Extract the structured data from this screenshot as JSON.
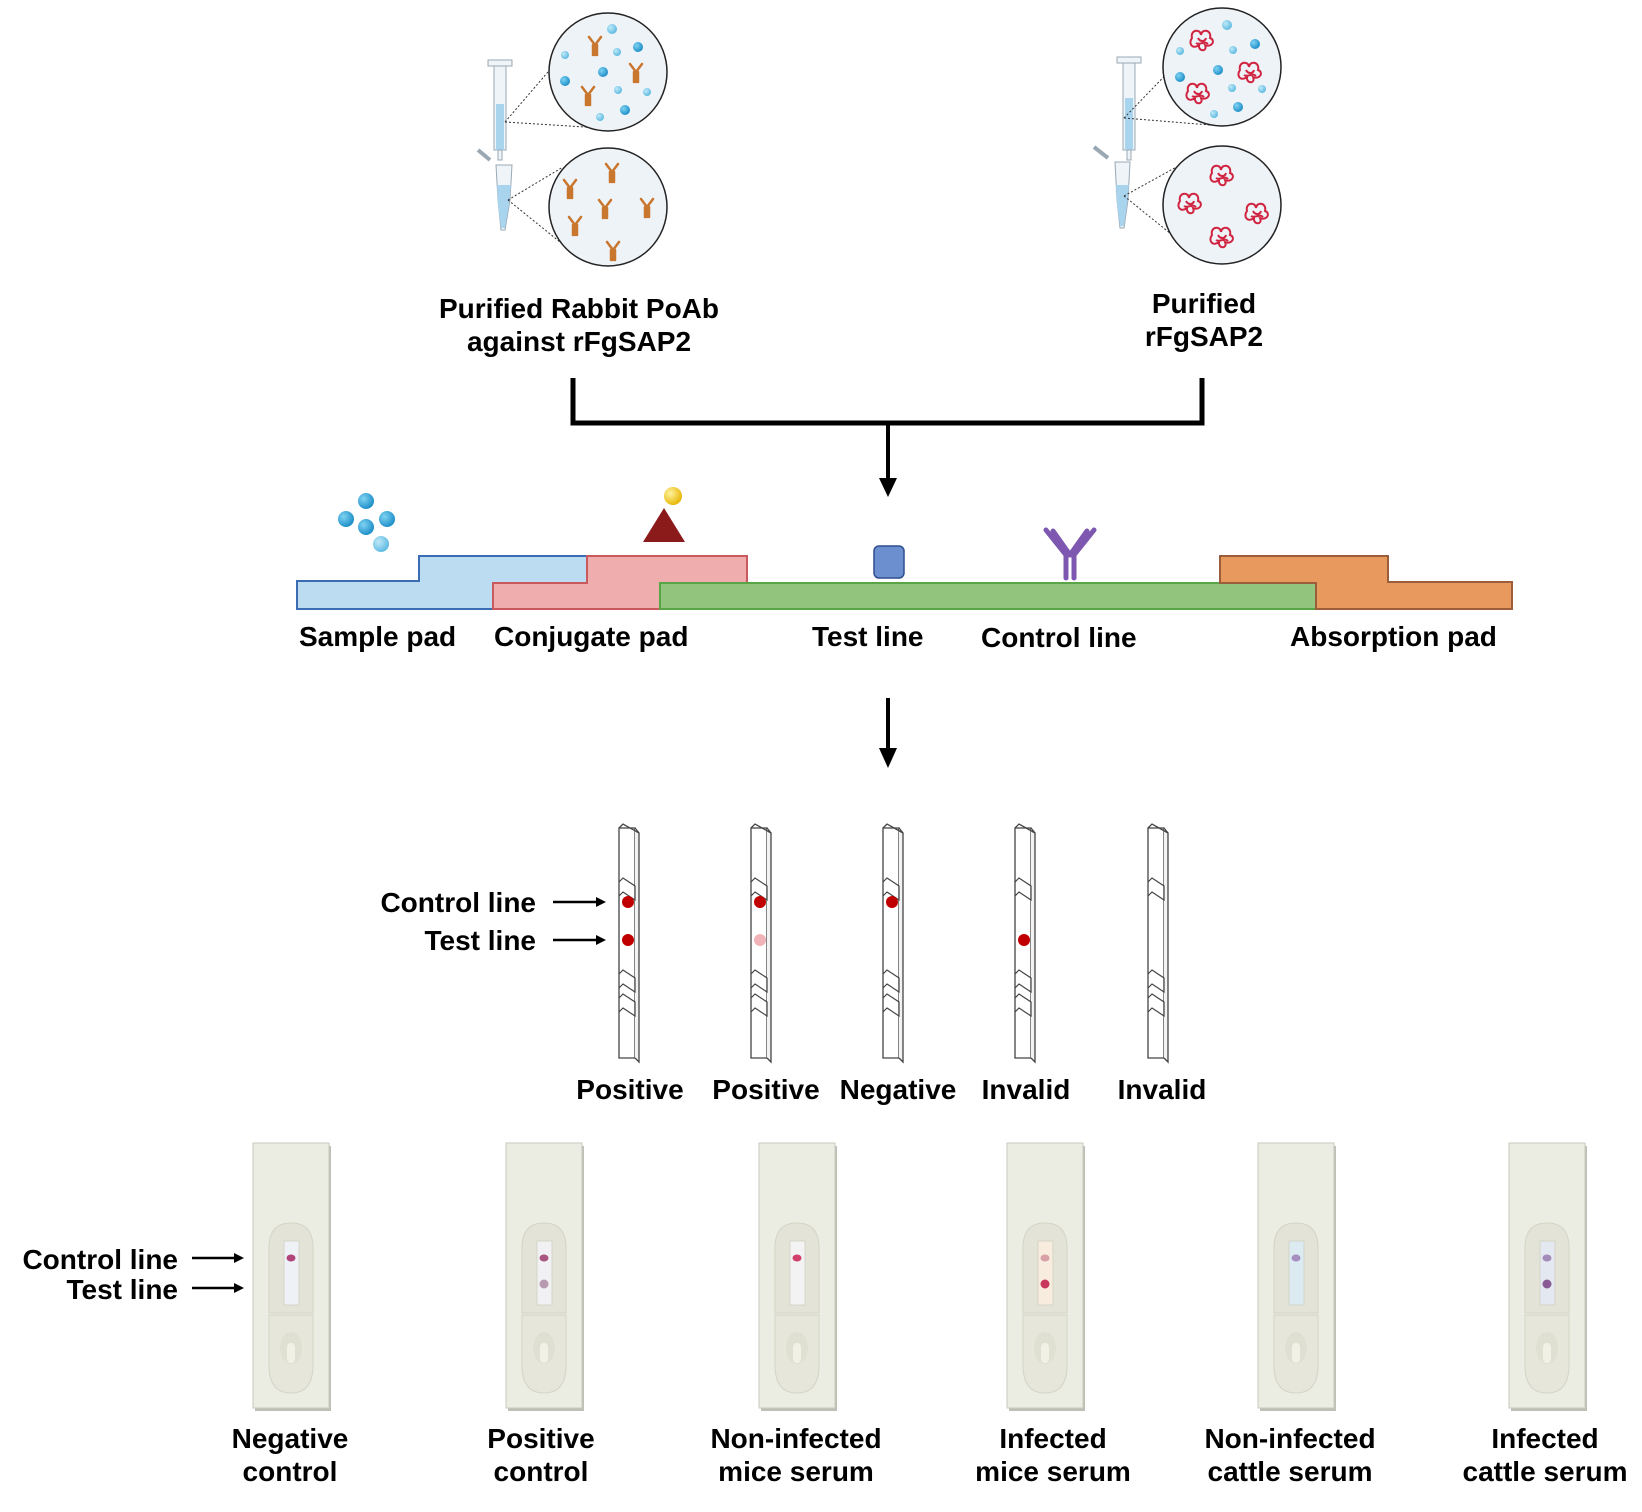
{
  "top": {
    "left_reagent": {
      "title_line1": "Purified Rabbit PoAb",
      "title_line2": "against rFgSAP2"
    },
    "right_reagent": {
      "title_line1": "Purified",
      "title_line2": "rFgSAP2"
    }
  },
  "strip_diagram": {
    "labels": {
      "sample_pad": "Sample pad",
      "conjugate_pad": "Conjugate pad",
      "test_line": "Test line",
      "control_line": "Control line",
      "absorption_pad": "Absorption pad"
    },
    "colors": {
      "sample_pad": "#bcdcf2",
      "conjugate_pad": "#efadae",
      "membrane": "#93c47d",
      "absorption_pad": "#e8995e",
      "test_antigen": "#6b8fcf",
      "control_antibody": "#7e57b0",
      "gold_particle": "#f2c200",
      "conjugate_antibody": "#8b1a1a"
    }
  },
  "schematic_results": {
    "arrow_labels": {
      "control": "Control line",
      "test": "Test line"
    },
    "strips": [
      {
        "label": "Positive",
        "control": "strong",
        "test": "strong"
      },
      {
        "label": "Positive",
        "control": "strong",
        "test": "faint"
      },
      {
        "label": "Negative",
        "control": "strong",
        "test": "none"
      },
      {
        "label": "Invalid",
        "control": "none",
        "test": "strong"
      },
      {
        "label": "Invalid",
        "control": "none",
        "test": "none"
      }
    ]
  },
  "photo_results": {
    "arrow_labels": {
      "control": "Control line",
      "test": "Test line"
    },
    "cassettes": [
      {
        "line1": "Negative",
        "line2": "control",
        "control": "#b0457a",
        "test": null,
        "window": "#eef2f7"
      },
      {
        "line1": "Positive",
        "line2": "control",
        "control": "#a8557f",
        "test": "#b79ab0",
        "window": "#f1f1f3"
      },
      {
        "line1": "Non-infected",
        "line2": "mice serum",
        "control": "#d0406a",
        "test": null,
        "window": "#f3f3f3"
      },
      {
        "line1": "Infected",
        "line2": "mice serum",
        "control": "#d9a0a8",
        "test": "#c8385c",
        "window": "#f7ecde"
      },
      {
        "line1": "Non-infected",
        "line2": "cattle serum",
        "control": "#a68fc0",
        "test": null,
        "window": "#dcebf2"
      },
      {
        "line1": "Infected",
        "line2": "cattle serum",
        "control": "#a48ab8",
        "test": "#8a5a94",
        "window": "#e4e8f0"
      }
    ]
  }
}
